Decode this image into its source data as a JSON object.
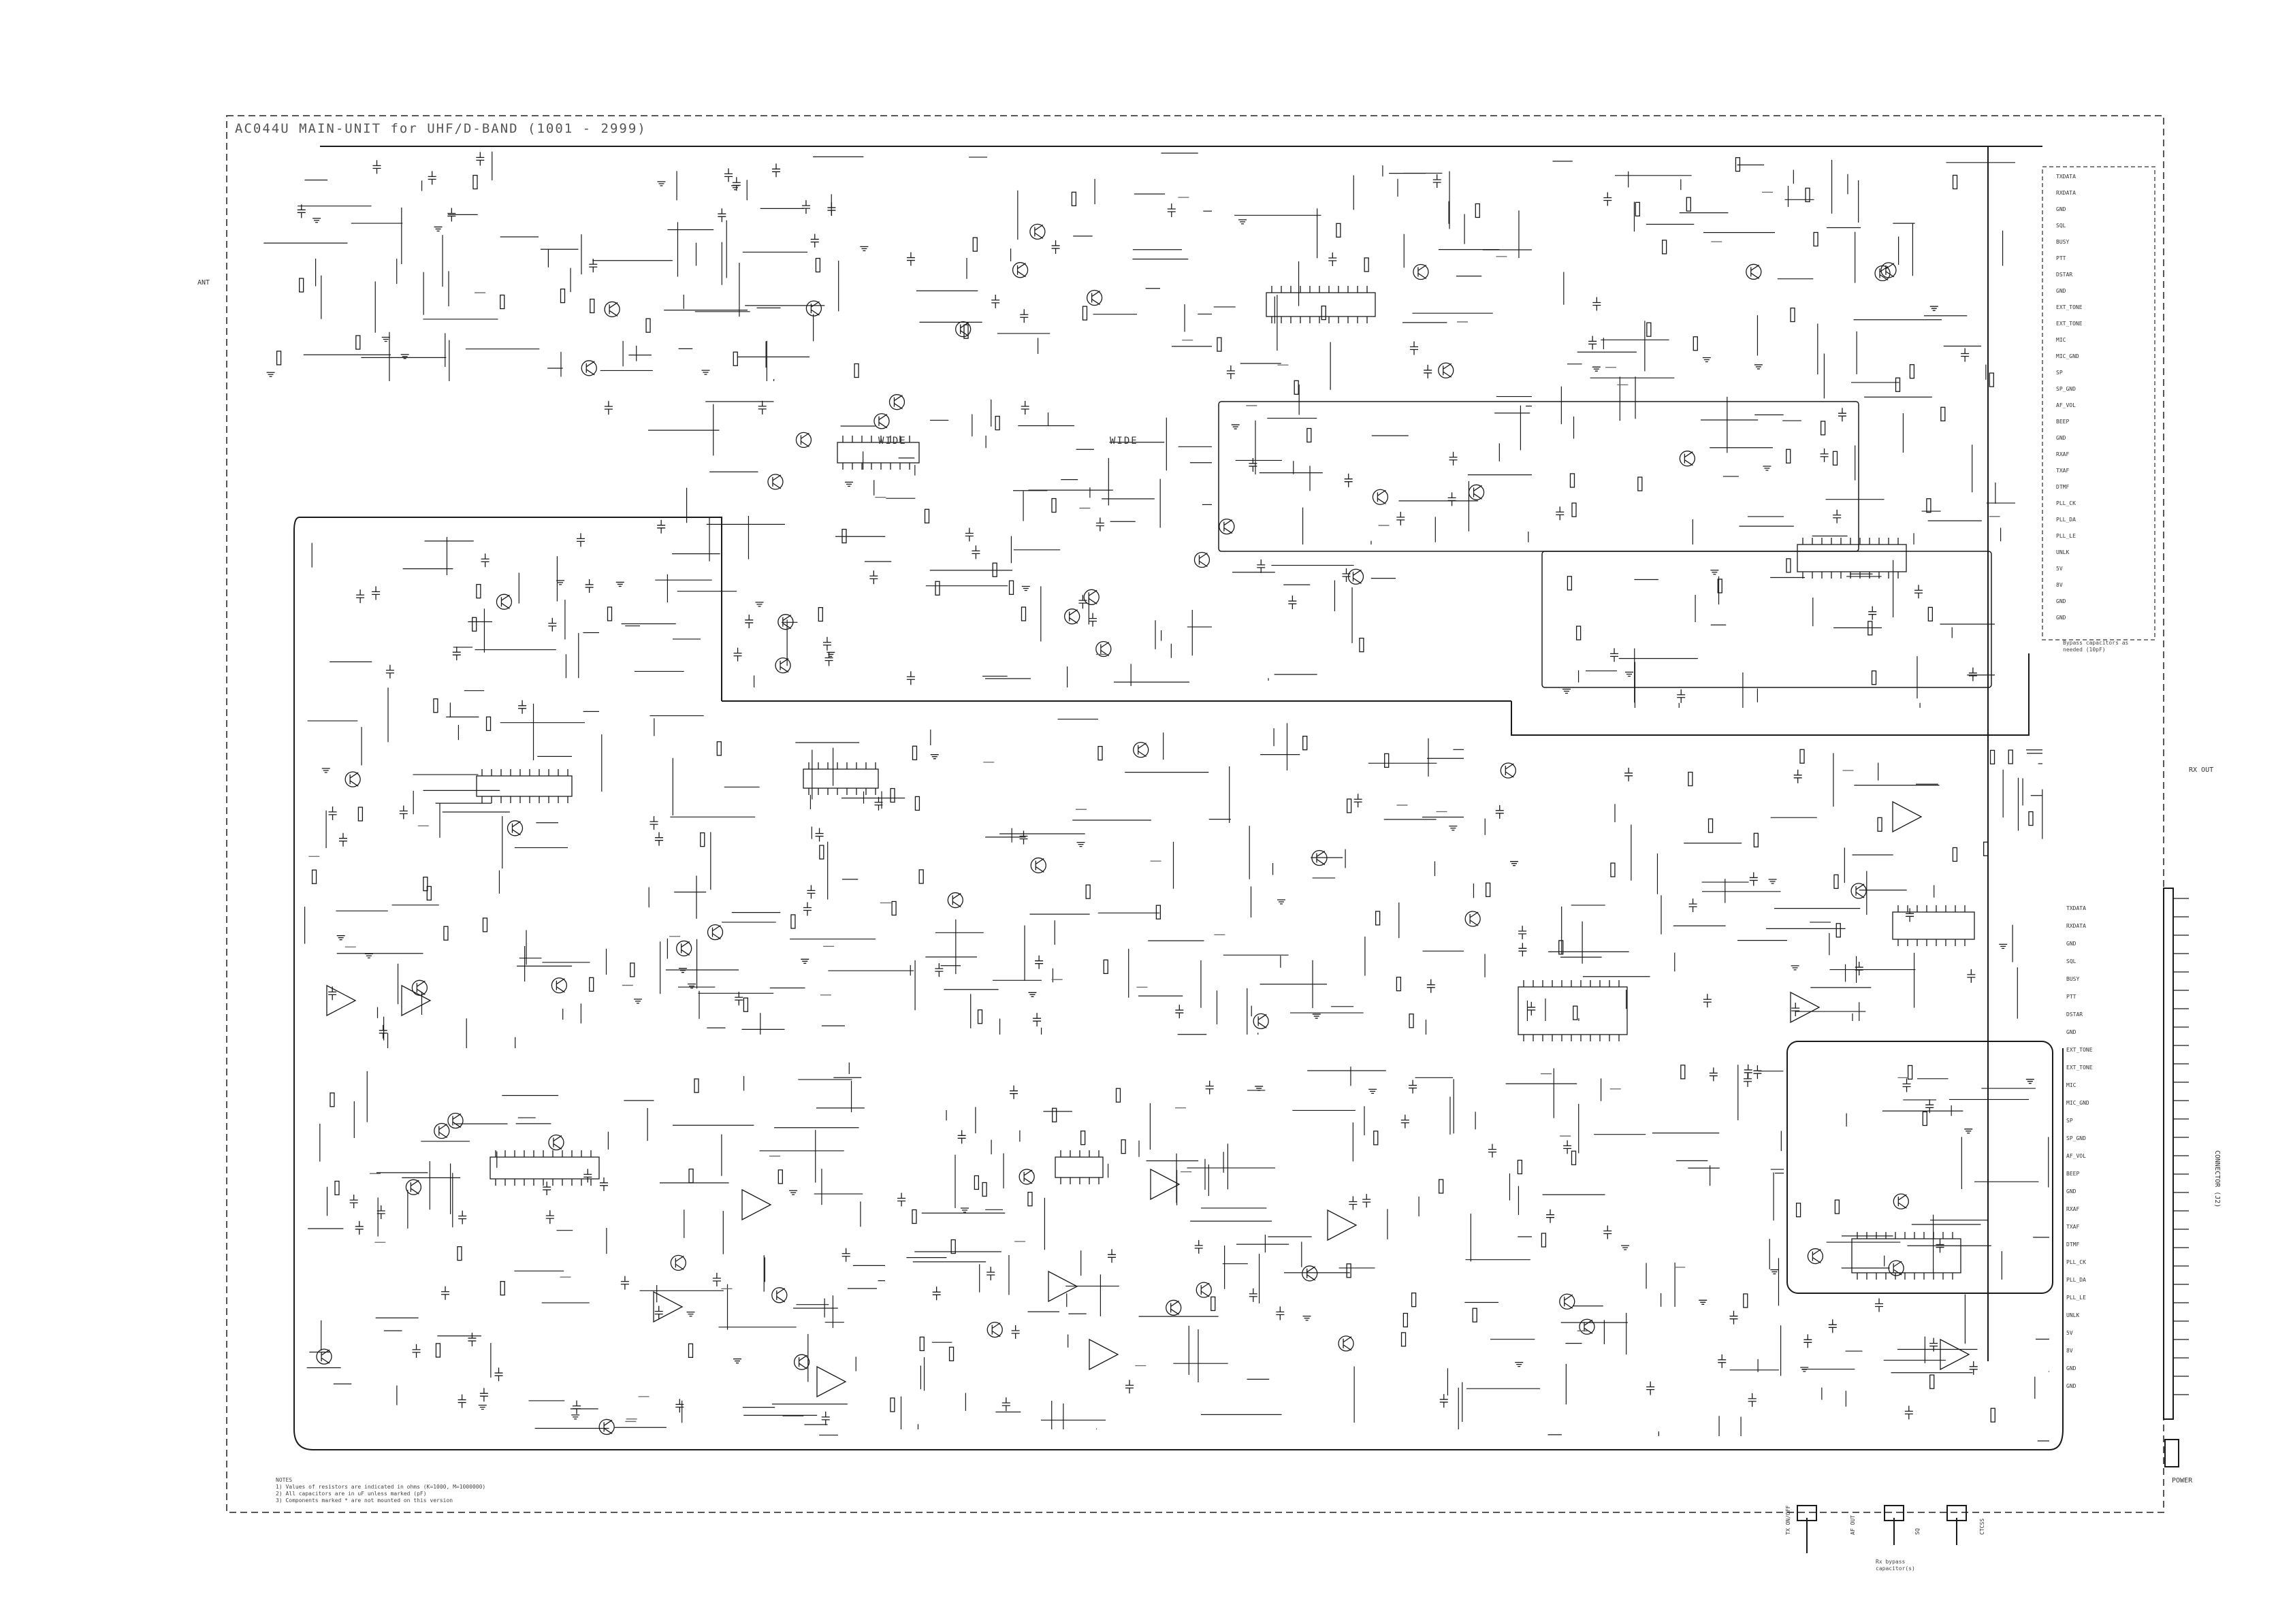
{
  "title": "AC044U MAIN-UNIT for UHF/D-BAND (1001 - 2999)",
  "modes": {
    "wide": "WIDE",
    "wide2": "WIDE"
  },
  "ports": {
    "ant": "ANT",
    "rx_out": "RX OUT",
    "power": "POWER"
  },
  "notes": {
    "block1": "Bypass capacitors as\nneeded (10pF)",
    "block2": "Rx bypass\ncapacitor(s)",
    "footnote": "NOTES\n1) Values of resistors are indicated in ohms (K=1000, M=1000000)\n2) All capacitors are in uF unless marked (pF)\n3) Components marked * are not mounted on this version"
  },
  "right_connector": {
    "name": "CONNECTOR (J2)",
    "pins": [
      "TXDATA",
      "RXDATA",
      "GND",
      "SQL",
      "BUSY",
      "PTT",
      "DSTAR",
      "GND",
      "EXT_TONE",
      "EXT_TONE",
      "MIC",
      "MIC_GND",
      "SP",
      "SP_GND",
      "AF_VOL",
      "BEEP",
      "GND",
      "RXAF",
      "TXAF",
      "DTMF",
      "PLL_CK",
      "PLL_DA",
      "PLL_LE",
      "UNLK",
      "5V",
      "8V",
      "GND",
      "GND"
    ]
  },
  "bottom_labels": [
    "TX ON/OFF",
    "AF OUT",
    "SQ",
    "CTCSS"
  ],
  "colors": {
    "line": "#1a1a1a",
    "border": "#555555",
    "bg": "#ffffff"
  }
}
